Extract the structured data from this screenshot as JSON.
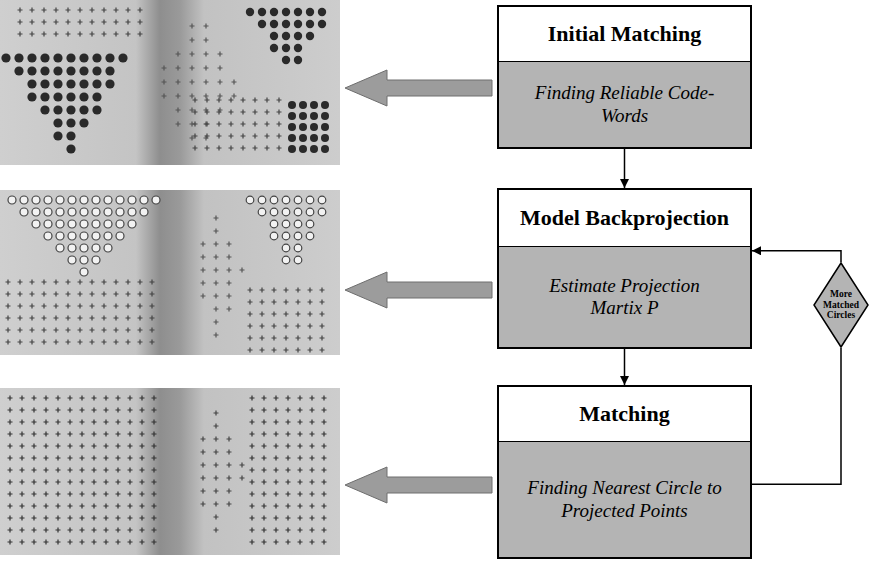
{
  "diagram": {
    "nodes": [
      {
        "text": [
          "Initial Matching",
          "Finding Reliable Code-Words"
        ]
      },
      {
        "text": [
          "Model Backprojection",
          "Estimate Projection Martix P"
        ]
      },
      {
        "text": [
          "Matching",
          "Finding Nearest Circle to Projected Points"
        ]
      },
      {
        "text": [
          "More Matched Circles"
        ]
      }
    ],
    "edges": [
      {
        "from": 0,
        "to": 1,
        "arrow": "to"
      },
      {
        "from": 1,
        "to": 2,
        "arrow": "to"
      },
      {
        "from": 2,
        "to": 3,
        "arrow": "none"
      },
      {
        "from": 3,
        "to": 1,
        "arrow": "to"
      }
    ]
  }
}
